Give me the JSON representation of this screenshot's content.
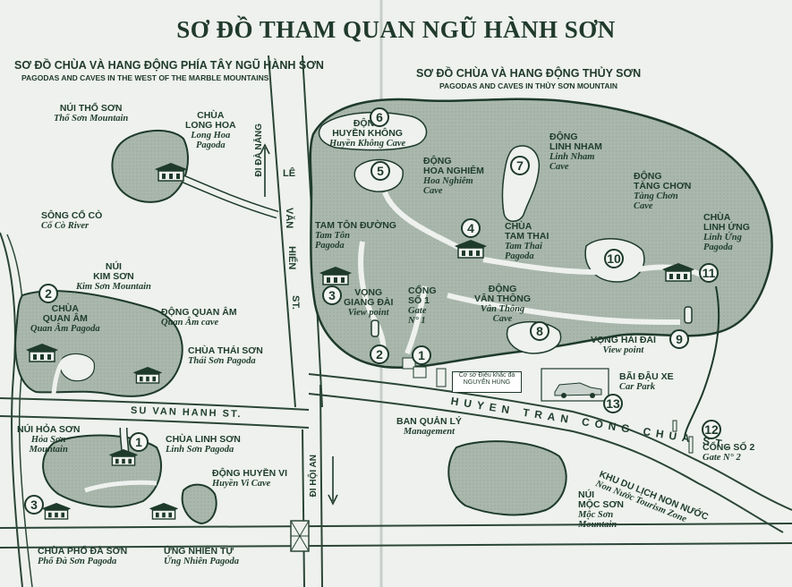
{
  "title": "SƠ ĐỒ THAM QUAN NGŨ HÀNH SƠN",
  "west": {
    "heading": "SƠ ĐỒ CHÙA VÀ HANG ĐỘNG PHÍA TÂY NGŨ HÀNH SƠN",
    "heading_en": "PAGODAS AND CAVES IN THE WEST OF THE MARBLE MOUNTAINS"
  },
  "east": {
    "heading": "SƠ ĐỒ CHÙA VÀ HANG ĐỘNG THỦY SƠN",
    "heading_en": "PAGODAS AND CAVES IN THỦY SƠN MOUNTAIN"
  },
  "labels": {
    "nui_tho_son": {
      "vi": "NÚI THỔ SƠN",
      "en": "Thổ Sơn Mountain"
    },
    "chua_long_hoa": {
      "vi1": "CHÙA",
      "vi2": "LONG HOA",
      "en1": "Long Hoa",
      "en2": "Pagoda"
    },
    "song_co_co": {
      "vi": "SÔNG CỔ CÒ",
      "en": "Cổ Cò River"
    },
    "nui_kim_son": {
      "vi1": "NÚI",
      "vi2": "KIM SƠN",
      "en": "Kim Sơn Mountain"
    },
    "chua_quan_am": {
      "vi1": "CHÙA",
      "vi2": "QUAN ÂM",
      "en": "Quan Âm Pagoda"
    },
    "dong_quan_am": {
      "vi": "ĐỘNG QUAN ÂM",
      "en": "Quan Âm cave"
    },
    "chua_thai_son": {
      "vi": "CHÙA THÁI SƠN",
      "en": "Thái Sơn Pagoda"
    },
    "nui_hoa_son": {
      "vi": "NÚI HỎA SƠN",
      "en1": "Hỏa Sơn",
      "en2": "Mountain"
    },
    "chua_linh_son": {
      "vi": "CHÙA LINH SƠN",
      "en": "Linh Sơn Pagoda"
    },
    "dong_huyen_vi": {
      "vi": "ĐỘNG HUYỀN VI",
      "en": "Huyền Vi Cave"
    },
    "chua_pho_da_son": {
      "vi": "CHÙA PHỔ ĐÀ SƠN",
      "en": "Phổ Đà Sơn Pagoda"
    },
    "ung_nhien_tu": {
      "vi": "ỨNG NHIÊN TỰ",
      "en": "Ứng Nhiên Pagoda"
    },
    "dong_huyen_khong": {
      "vi1": "ĐỘNG",
      "vi2": "HUYỀN KHÔNG",
      "en": "Huyền Không Cave"
    },
    "dong_hoa_nghiem": {
      "vi1": "ĐỘNG",
      "vi2": "HOA NGHIÊM",
      "en1": "Hoa Nghiêm",
      "en2": "Cave"
    },
    "dong_linh_nham": {
      "vi1": "ĐỘNG",
      "vi2": "LINH NHAM",
      "en1": "Linh Nham",
      "en2": "Cave"
    },
    "dong_tang_chon": {
      "vi1": "ĐỘNG",
      "vi2": "TÀNG CHƠN",
      "en1": "Tàng Chơn",
      "en2": "Cave"
    },
    "tam_ton_duong": {
      "vi": "TAM TÔN ĐƯỜNG",
      "en1": "Tam Tôn",
      "en2": "Pagoda"
    },
    "chua_tam_thai": {
      "vi1": "CHÙA",
      "vi2": "TAM THAI",
      "en1": "Tam Thai",
      "en2": "Pagoda"
    },
    "chua_linh_ung": {
      "vi1": "CHÙA",
      "vi2": "LINH ỨNG",
      "en1": "Linh Ứng",
      "en2": "Pagoda"
    },
    "vong_giang_dai": {
      "vi1": "VỌNG",
      "vi2": "GIANG ĐÀI",
      "en": "View point"
    },
    "cong_so_1": {
      "vi1": "CỔNG",
      "vi2": "SỐ 1",
      "en1": "Gate",
      "en2": "N° 1"
    },
    "dong_van_thong": {
      "vi1": "ĐỘNG",
      "vi2": "VÂN THÔNG",
      "en1": "Vân Thông",
      "en2": "Cave"
    },
    "vong_hai_dai": {
      "vi": "VỌNG HẢI ĐÀI",
      "en": "View point"
    },
    "bai_dau_xe": {
      "vi": "BÃI ĐẬU XE",
      "en": "Car Park"
    },
    "ban_quan_ly": {
      "vi": "BAN QUẢN LÝ",
      "en": "Management"
    },
    "cong_so_2": {
      "vi": "CỔNG SỐ 2",
      "en": "Gate N° 2"
    },
    "khu_du_lich": {
      "vi": "KHU DU LỊCH NON NƯỚC",
      "en": "Non Nước Tourism Zone"
    },
    "nui_moc_son": {
      "vi1": "NÚI",
      "vi2": "MỘC SƠN",
      "en": "Mountain",
      "en0": "Mộc Sơn"
    },
    "co_so": {
      "l1": "Cơ sở Điêu khắc đá",
      "l2": "NGUYỄN HÙNG"
    }
  },
  "roads": {
    "di_da_nang": "ĐI ĐÀ NẴNG",
    "le_van_hien_1": "LÊ",
    "le_van_hien_2": "VĂN",
    "le_van_hien_3": "HIẾN",
    "le_van_hien_4": "ST.",
    "su_van_hanh": "SU VAN HANH ST.",
    "huyen_tran": "HUYEN TRAN CONG CHUA ST.",
    "di_hoi_an": "ĐI HỘI AN"
  },
  "numbers": {
    "w1": "1",
    "w2": "2",
    "w3": "3",
    "e1": "1",
    "e2": "2",
    "e3": "3",
    "e4": "4",
    "e5": "5",
    "e6": "6",
    "e7": "7",
    "e8": "8",
    "e9": "9",
    "e10": "10",
    "e11": "11",
    "e12": "12",
    "e13": "13"
  },
  "colors": {
    "mountain": "#aab8ad",
    "ink": "#1e3a2b",
    "paper": "#eef1ee"
  }
}
